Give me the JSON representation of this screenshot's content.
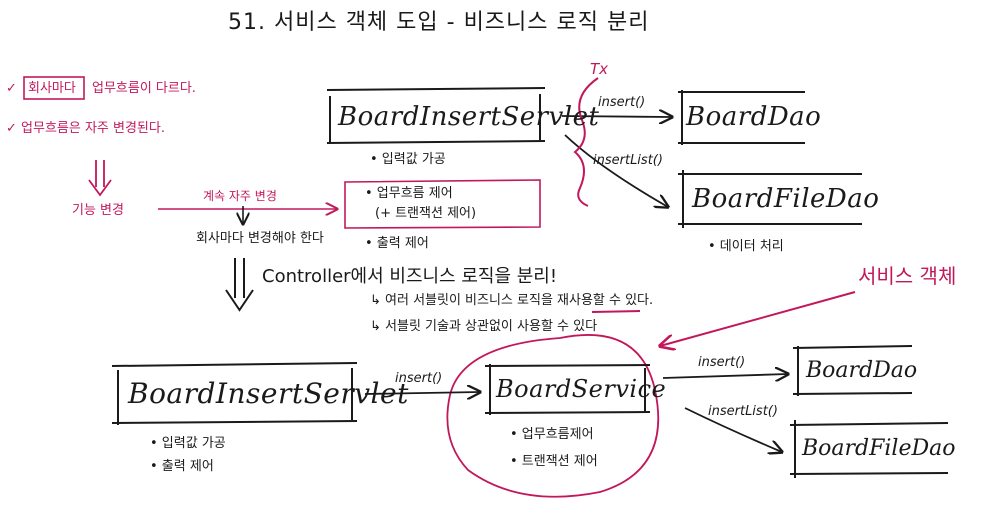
{
  "title": "51. 서비스 객체 도입 - 비즈니스 로직 분리",
  "colors": {
    "ink": "#1a1a1a",
    "accent": "#c2185b"
  },
  "top": {
    "servlet": "BoardInsertServlet",
    "servlet_notes": [
      "• 입력값 가공",
      "• 업무흐름 제어",
      "(+ 트랜잭션 제어)",
      "• 출력 제어"
    ],
    "tx_label": "Tx",
    "edge_insert": "insert()",
    "edge_insert_list": "insertList()",
    "dao": "BoardDao",
    "file_dao": "BoardFileDao",
    "dao_note": "• 데이터 처리"
  },
  "left": {
    "note1_highlight": "회사마다",
    "note1_rest": "업무흐름이 다르다.",
    "note2": "✓ 업무흐름은 자주 변경된다.",
    "check1": "✓",
    "feature_change": "기능 변경",
    "frequent_change": "계속 자주 변경",
    "company_change": "회사마다 변경해야 한다"
  },
  "middle": {
    "headline": "Controller에서 비즈니스 로직을 분리!",
    "sub1": "↳ 여러 서블릿이 비즈니스 로직을 재사용할 수 있다.",
    "sub2": "↳ 서블릿 기술과 상관없이 사용할 수 있다",
    "service_object": "서비스 객체"
  },
  "bottom": {
    "servlet": "BoardInsertServlet",
    "servlet_notes": [
      "• 입력값 가공",
      "• 출력 제어"
    ],
    "edge_insert": "insert()",
    "service": "BoardService",
    "service_notes": [
      "• 업무흐름제어",
      "• 트랜잭션 제어"
    ],
    "edge_insert2": "insert()",
    "edge_insert_list": "insertList()",
    "dao": "BoardDao",
    "file_dao": "BoardFileDao"
  }
}
